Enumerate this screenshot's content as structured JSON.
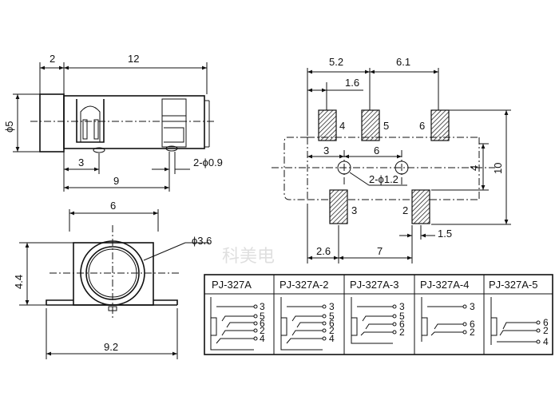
{
  "side_view": {
    "dim_top_left": "2",
    "dim_top_right": "12",
    "dim_diameter": "ϕ5",
    "dim_bottom_3": "3",
    "dim_bottom_9": "9",
    "dim_pin_dia": "2-ϕ0.9"
  },
  "front_view": {
    "dim_width_top": "6",
    "dim_height": "4.4",
    "dim_width_bottom": "9.2",
    "dim_hole": "ϕ3.6"
  },
  "footprint": {
    "dim_5_2": "5.2",
    "dim_6_1": "6.1",
    "dim_1_6": "1.6",
    "dim_3": "3",
    "dim_6": "6",
    "dim_hole": "2-ϕ1.2",
    "dim_4": "4",
    "dim_10": "10",
    "dim_1_5": "1.5",
    "dim_2_6": "2.6",
    "dim_7": "7",
    "pad_4": "4",
    "pad_5": "5",
    "pad_6": "6",
    "pad_3": "3",
    "pad_2": "2"
  },
  "variants": [
    {
      "name": "PJ-327A",
      "pins": [
        "3",
        "5",
        "6",
        "2",
        "4"
      ]
    },
    {
      "name": "PJ-327A-2",
      "pins": [
        "3",
        "5",
        "6",
        "2",
        "4"
      ]
    },
    {
      "name": "PJ-327A-3",
      "pins": [
        "3",
        "5",
        "6",
        "2"
      ]
    },
    {
      "name": "PJ-327A-4",
      "pins": [
        "3",
        "6",
        "2"
      ]
    },
    {
      "name": "PJ-327A-5",
      "pins": [
        "6",
        "2",
        "4"
      ]
    }
  ],
  "watermark": "科美电"
}
